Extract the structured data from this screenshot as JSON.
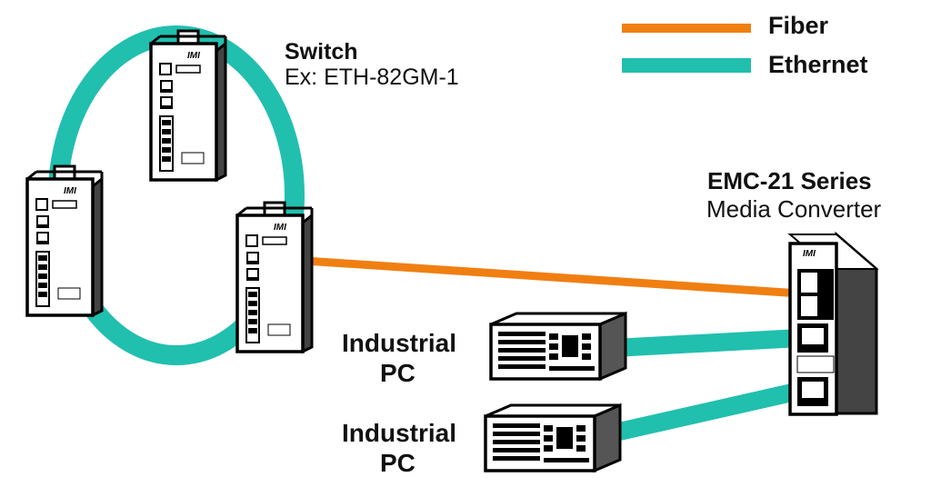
{
  "legend": {
    "fiber_label": "Fiber",
    "ethernet_label": "Ethernet",
    "fiber_color": "#f07f12",
    "ethernet_color": "#21bfae"
  },
  "switch": {
    "title": "Switch",
    "subtitle": "Ex: ETH-82GM-1",
    "icon": "din-rail-switch-icon"
  },
  "media_converter": {
    "title": "EMC-21 Series",
    "subtitle": "Media Converter",
    "icon": "media-converter-icon"
  },
  "pc_top": {
    "line1": "Industrial",
    "line2": "PC",
    "icon": "industrial-pc-icon"
  },
  "pc_bottom": {
    "line1": "Industrial",
    "line2": "PC",
    "icon": "industrial-pc-icon"
  }
}
